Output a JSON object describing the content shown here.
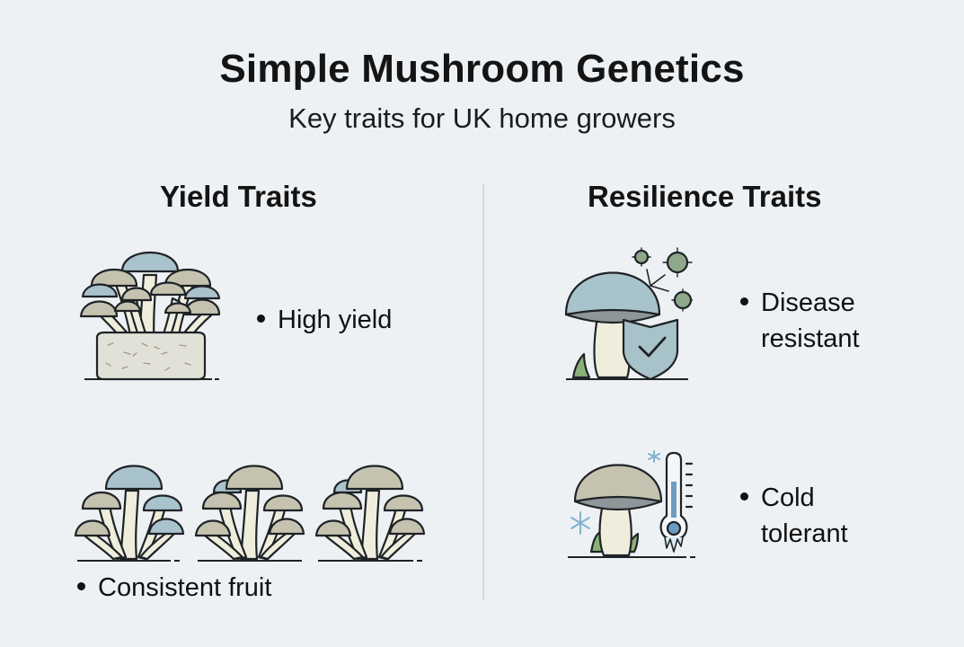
{
  "header": {
    "title": "Simple Mushroom Genetics",
    "subtitle": "Key traits for UK home growers"
  },
  "columns": [
    {
      "heading": "Yield Traits",
      "items": [
        {
          "icon": "mushroom-cluster-on-substrate-icon",
          "label": "High yield"
        },
        {
          "icon": "three-mushroom-clusters-icon",
          "label": "Consistent fruit"
        }
      ]
    },
    {
      "heading": "Resilience Traits",
      "items": [
        {
          "icon": "mushroom-shield-virus-icon",
          "label_line1": "Disease",
          "label_line2": "resistant"
        },
        {
          "icon": "mushroom-thermometer-snow-icon",
          "label_line1": "Cold",
          "label_line2": "tolerant"
        }
      ]
    }
  ],
  "colors": {
    "background": "#eef1f4",
    "cap_blue": "#a9c3cc",
    "cap_beige": "#c5c3b0",
    "stem": "#efeedd",
    "outline": "#1e2326",
    "virus_green": "#8fa78a",
    "grass": "#8cb07a",
    "divider": "#d6d9dd"
  }
}
